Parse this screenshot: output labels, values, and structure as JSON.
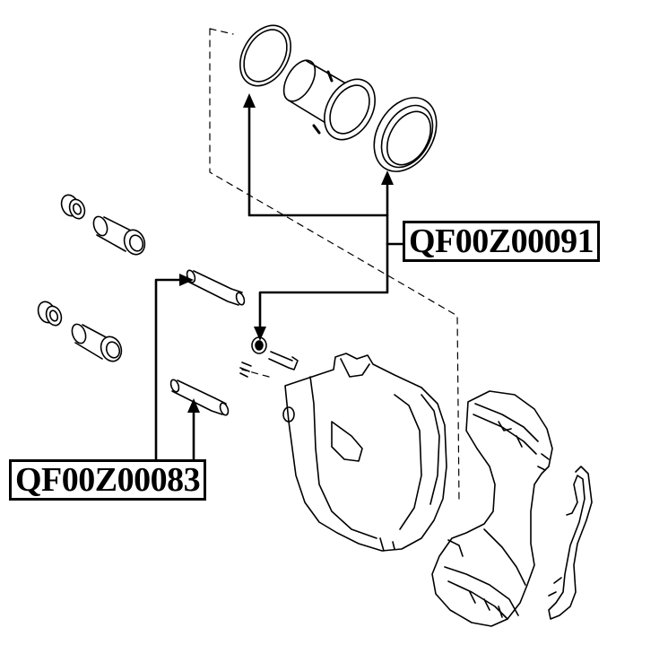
{
  "labels": {
    "seal_kit": "QF00Z00091",
    "guide_pin_kit": "QF00Z00083"
  },
  "colors": {
    "line": "#000000",
    "background": "#ffffff",
    "label_border": "#000000"
  },
  "parts": [
    "piston-seal-ring",
    "caliper-piston",
    "piston-dust-boot",
    "guide-bushing-small",
    "guide-sleeve",
    "guide-pin",
    "bleeder-cap",
    "bleeder-screw",
    "caliper-housing",
    "caliper-bracket",
    "anti-rattle-spring"
  ]
}
